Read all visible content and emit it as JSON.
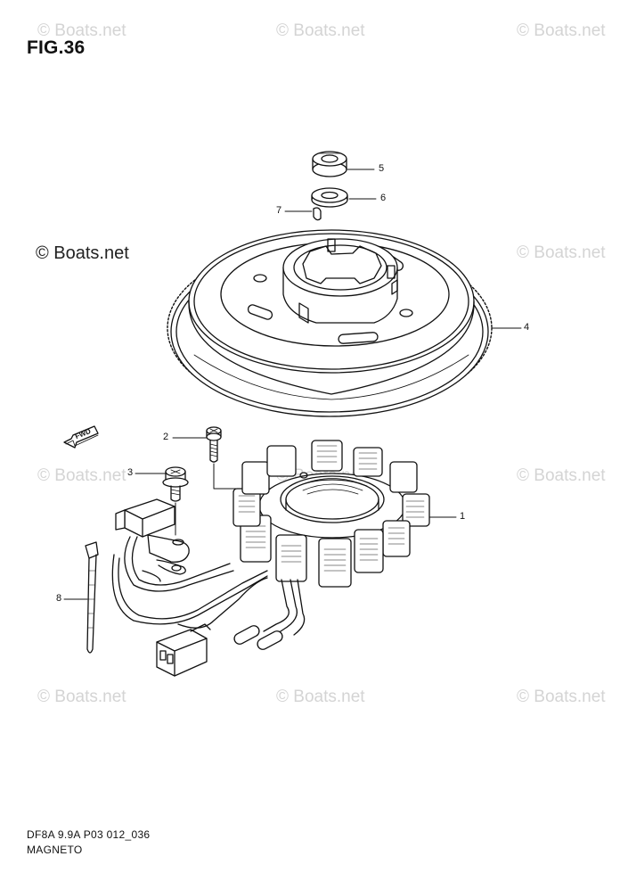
{
  "figure": {
    "title": "FIG.36"
  },
  "watermark": {
    "text": "© Boats.net"
  },
  "callouts": [
    "1",
    "2",
    "3",
    "4",
    "5",
    "6",
    "7",
    "8"
  ],
  "direction_tag": "FWD",
  "footer": {
    "code": "DF8A 9.9A P03 012_036",
    "name": "MAGNETO"
  }
}
